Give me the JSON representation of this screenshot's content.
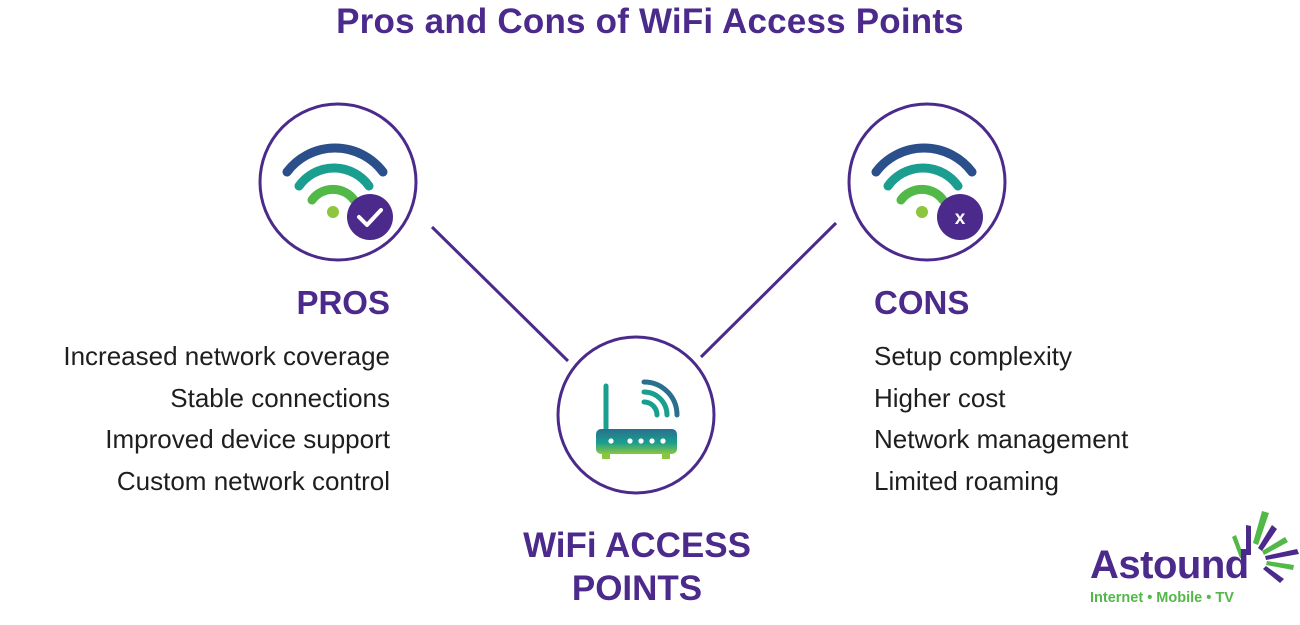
{
  "title": "Pros and Cons of WiFi Access Points",
  "pros": {
    "heading": "PROS",
    "badge_icon": "checkmark",
    "items": [
      "Increased network coverage",
      "Stable connections",
      "Improved device support",
      "Custom network control"
    ]
  },
  "cons": {
    "heading": "CONS",
    "badge_text": "x",
    "items": [
      "Setup complexity",
      "Higher cost",
      "Network management",
      "Limited roaming"
    ]
  },
  "center": {
    "line1": "WiFi ACCESS",
    "line2": "POINTS",
    "icon": "router-icon"
  },
  "logo": {
    "name": "Astound",
    "tagline": "Internet • Mobile • TV"
  },
  "colors": {
    "purple": "#4b2a8c",
    "green": "#52b847",
    "teal": "#1a9e8f",
    "lime": "#8cc63f",
    "text": "#1e1e1e"
  }
}
